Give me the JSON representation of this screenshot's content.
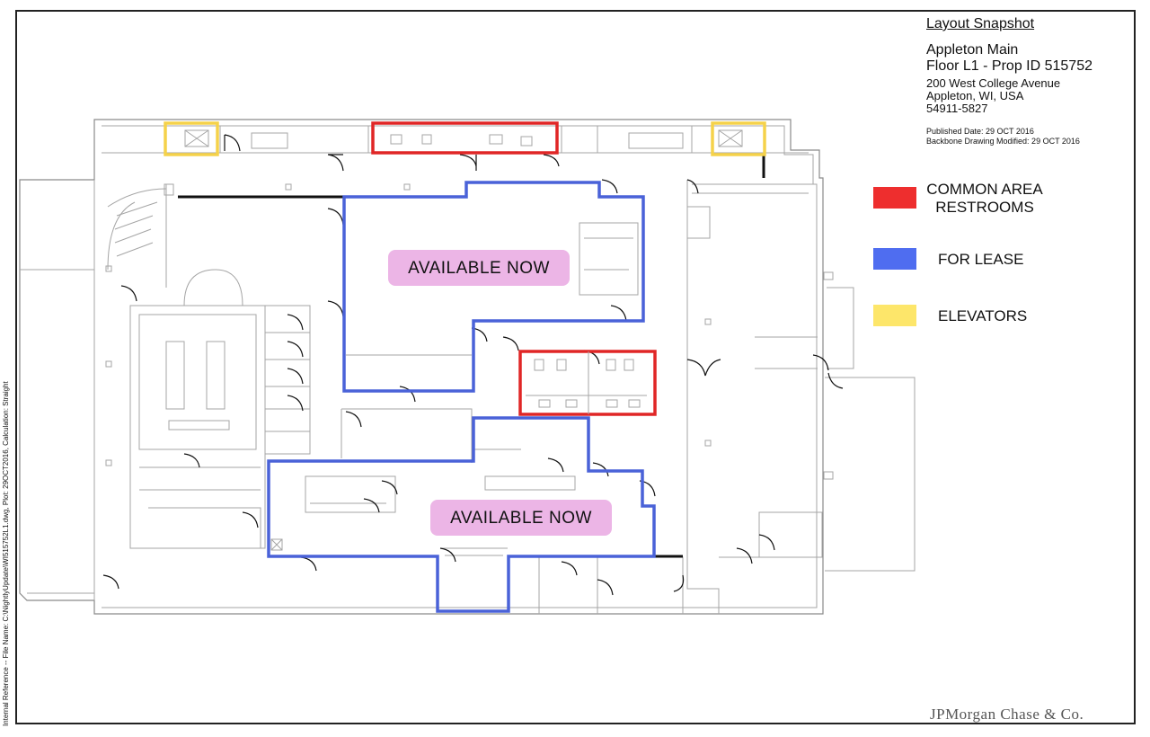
{
  "header": {
    "title": "Layout Snapshot",
    "property_name": "Appleton Main",
    "floor_line": "Floor L1 - Prop ID 515752",
    "address_line1": "200 West College Avenue",
    "address_line2": "Appleton, WI, USA",
    "address_line3": "54911-5827",
    "published_date": "Published Date: 29 OCT 2016",
    "backbone_modified": "Backbone Drawing Modified: 29 OCT 2016"
  },
  "legend": {
    "items": [
      {
        "label": "COMMON AREA RESTROOMS",
        "line1": "COMMON AREA",
        "line2": "RESTROOMS",
        "color": "#ee2e2e"
      },
      {
        "label": "FOR LEASE",
        "color": "#4f6df0"
      },
      {
        "label": "ELEVATORS",
        "color": "#fde66a"
      }
    ]
  },
  "plan": {
    "badges": [
      "AVAILABLE NOW",
      "AVAILABLE NOW"
    ],
    "badge_color": "#ecb5e6"
  },
  "side_note": "Internal Reference -- File Name: C:\\NightlyUpdate\\WI515752L1.dwg, Plot: 29OCT2016, Calculation: Straight",
  "brand": "JPMorgan Chase & Co."
}
